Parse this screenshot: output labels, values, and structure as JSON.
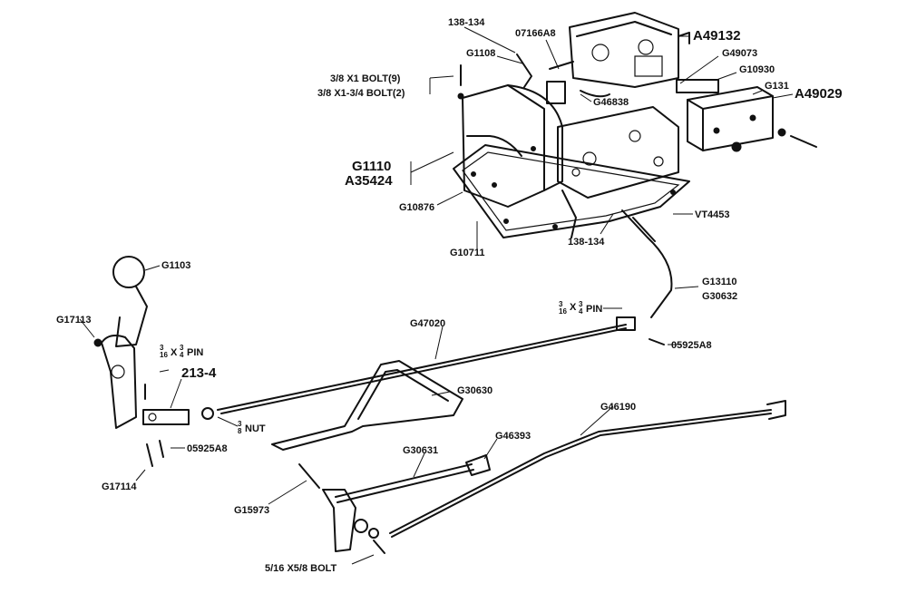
{
  "labels": {
    "p138_134_top": "138-134",
    "p07166A8": "07166A8",
    "pA49132": "A49132",
    "pG1108": "G1108",
    "pG49073": "G49073",
    "pG10930": "G10930",
    "pG131": "G131",
    "pA49029": "A49029",
    "bolt_a": "3/8 X1 BOLT(9)",
    "bolt_b": "3/8 X1-3/4 BOLT(2)",
    "pG46838": "G46838",
    "pG1110": "G1110",
    "pA35424": "A35424",
    "pG10876": "G10876",
    "pVT4453": "VT4453",
    "pG10711": "G10711",
    "p138_134_bot": "138-134",
    "pG1103": "G1103",
    "pG17113": "G17113",
    "pG13110": "G13110",
    "pG30632": "G30632",
    "pin_right": "PIN",
    "pG47020": "G47020",
    "p05925A8_right": "05925A8",
    "pin_left": "PIN",
    "p213_4": "213-4",
    "pG30630": "G30630",
    "nut": "NUT",
    "p05925A8_left": "05925A8",
    "pG46190": "G46190",
    "pG46393": "G46393",
    "pG30631": "G30631",
    "pG17114": "G17114",
    "pG15973": "G15973",
    "bolt_bottom": "5/16 X5/8 BOLT"
  }
}
